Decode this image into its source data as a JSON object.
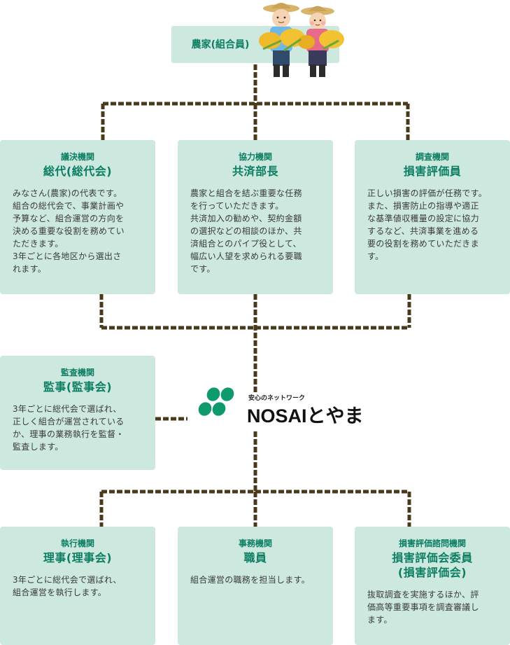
{
  "top": {
    "label": "農家(組合員)"
  },
  "logo": {
    "subtitle": "安心のネットワーク",
    "name": "NOSAIとやま"
  },
  "boxes": {
    "row1": [
      {
        "category": "議決機関",
        "title": "総代(総代会)",
        "desc": "みなさん(農家)の代表です。\n組合の総代会で、事業計画や\n予算など、組合運営の方向を\n決める重要な役割を務めてい\nただきます。\n3年ごとに各地区から選出さ\nれます。"
      },
      {
        "category": "協力機関",
        "title": "共済部長",
        "desc": "農家と組合を結ぶ重要な任務\nを行っていただきます。\n共済加入の勧めや、契約金額\nの選択などの相談のほか、共\n済組合とのパイプ役として、\n幅広い人望を求められる要職\nです。"
      },
      {
        "category": "調査機関",
        "title": "損害評価員",
        "desc": "正しい損害の評価が任務です。\nまた、損害防止の指導や適正\nな基準値収穫量の設定に協力\nするなど、共済事業を進める\n要の役割を務めていただきま\nす。"
      }
    ],
    "audit": {
      "category": "監査機関",
      "title": "監事(監事会)",
      "desc": "3年ごとに総代会で選ばれ、\n正しく組合が運営されている\nか、理事の業務執行を監督・\n監査します。"
    },
    "row3": [
      {
        "category": "執行機関",
        "title": "理事(理事会)",
        "desc": "3年ごとに総代会で選ばれ、\n組合運営を執行します。"
      },
      {
        "category": "事務機関",
        "title": "職員",
        "desc": "組合運営の職務を担当します。"
      },
      {
        "category": "損害評価諮問機関",
        "title": "損害評価会委員\n(損害評価会)",
        "desc": "抜取調査を実施するほか、評\n価高等重要事項を調査審議し\nます。"
      }
    ]
  },
  "colors": {
    "box_bg": "#cde8df",
    "title": "#0c7e62",
    "line": "#4a3a1c",
    "logo_green": "#0e9a6e"
  }
}
